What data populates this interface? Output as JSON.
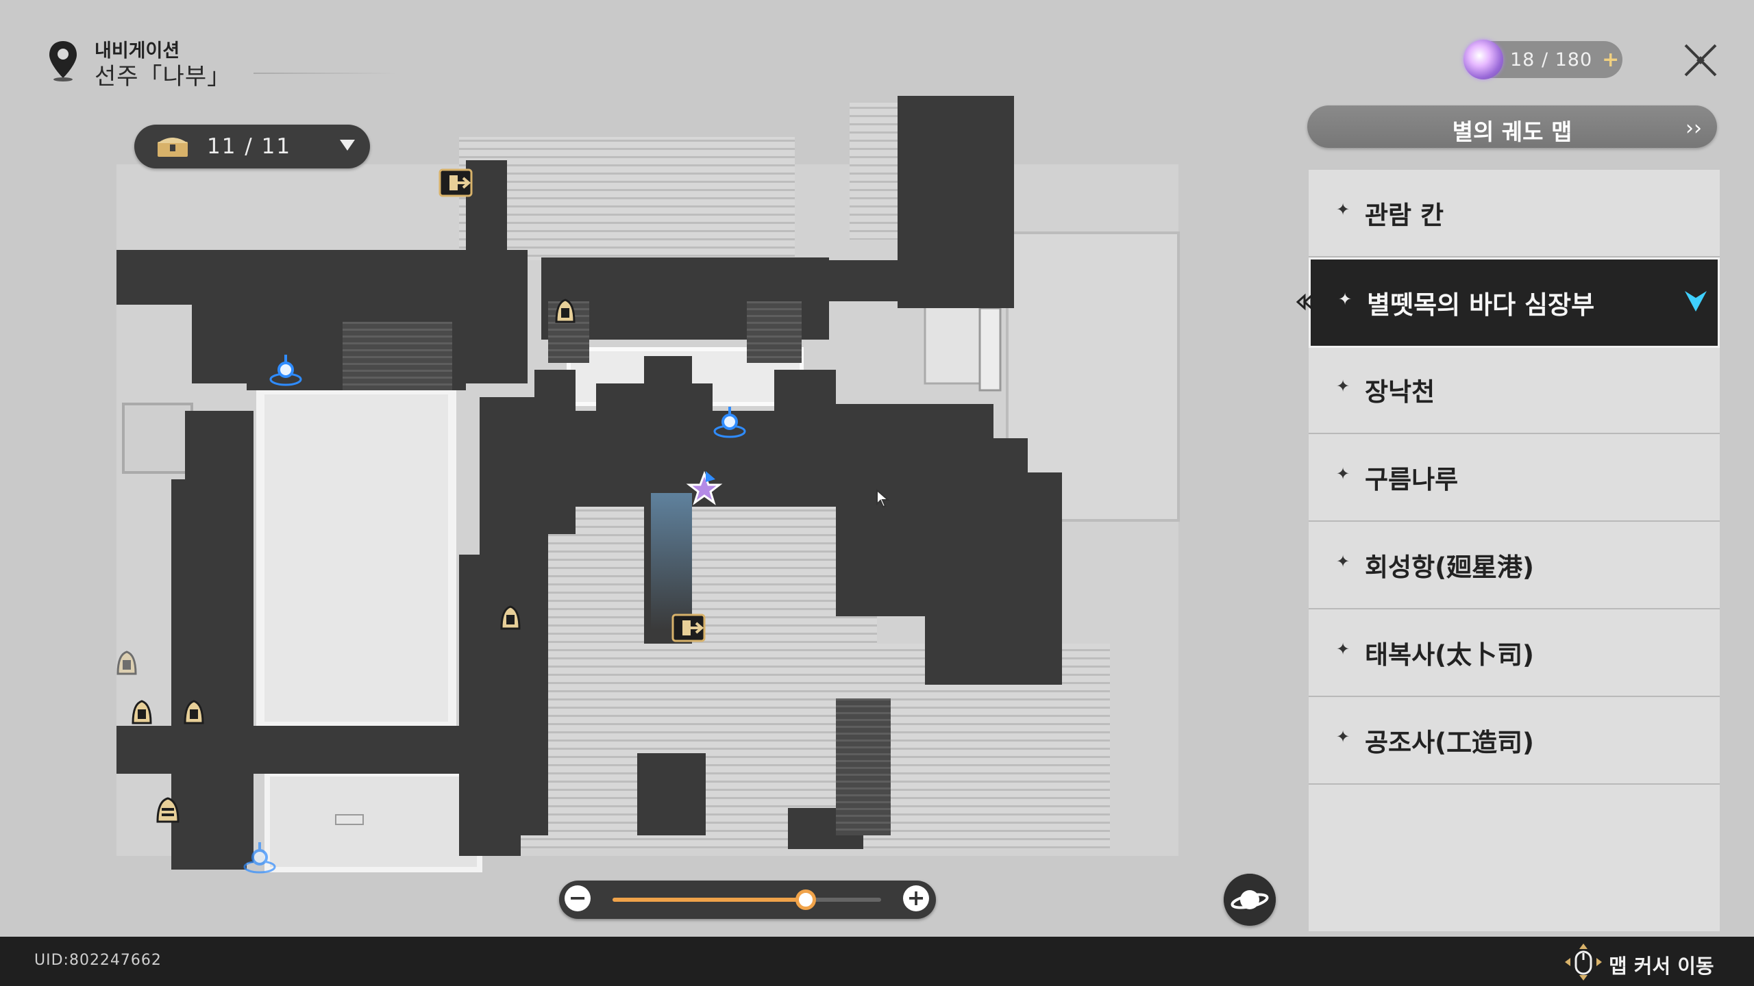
{
  "header": {
    "nav_label": "내비게이션",
    "area_name": "선주「나부」"
  },
  "treasure": {
    "count": "11 / 11",
    "icon": "treasure-chest-icon"
  },
  "stamina": {
    "value": "18 / 180",
    "icon": "trailblaze-power-icon",
    "plus_label": "+"
  },
  "star_rail_map": {
    "label": "별의 궤도 맵",
    "arrow": "››"
  },
  "locations": [
    {
      "name": "관람 칸",
      "selected": false
    },
    {
      "name": "별뗏목의 바다 심장부",
      "selected": true
    },
    {
      "name": "장낙천",
      "selected": false
    },
    {
      "name": "구름나루",
      "selected": false
    },
    {
      "name": "회성항(廻星港)",
      "selected": false
    },
    {
      "name": "태복사(太卜司)",
      "selected": false
    },
    {
      "name": "공조사(工造司)",
      "selected": false
    }
  ],
  "zoom": {
    "minus": "−",
    "plus": "+",
    "level": 0.72,
    "accent": "#f0a34a"
  },
  "footer": {
    "uid": "UID:802247662",
    "cursor_hint": "맵 커서 이동"
  },
  "colors": {
    "map_floor": "#3a3a3a",
    "map_background": "#c9c9c9",
    "selected_bg": "#232323",
    "teleport_blue": "#2f8cff",
    "marker_gold": "#d8b26a"
  }
}
